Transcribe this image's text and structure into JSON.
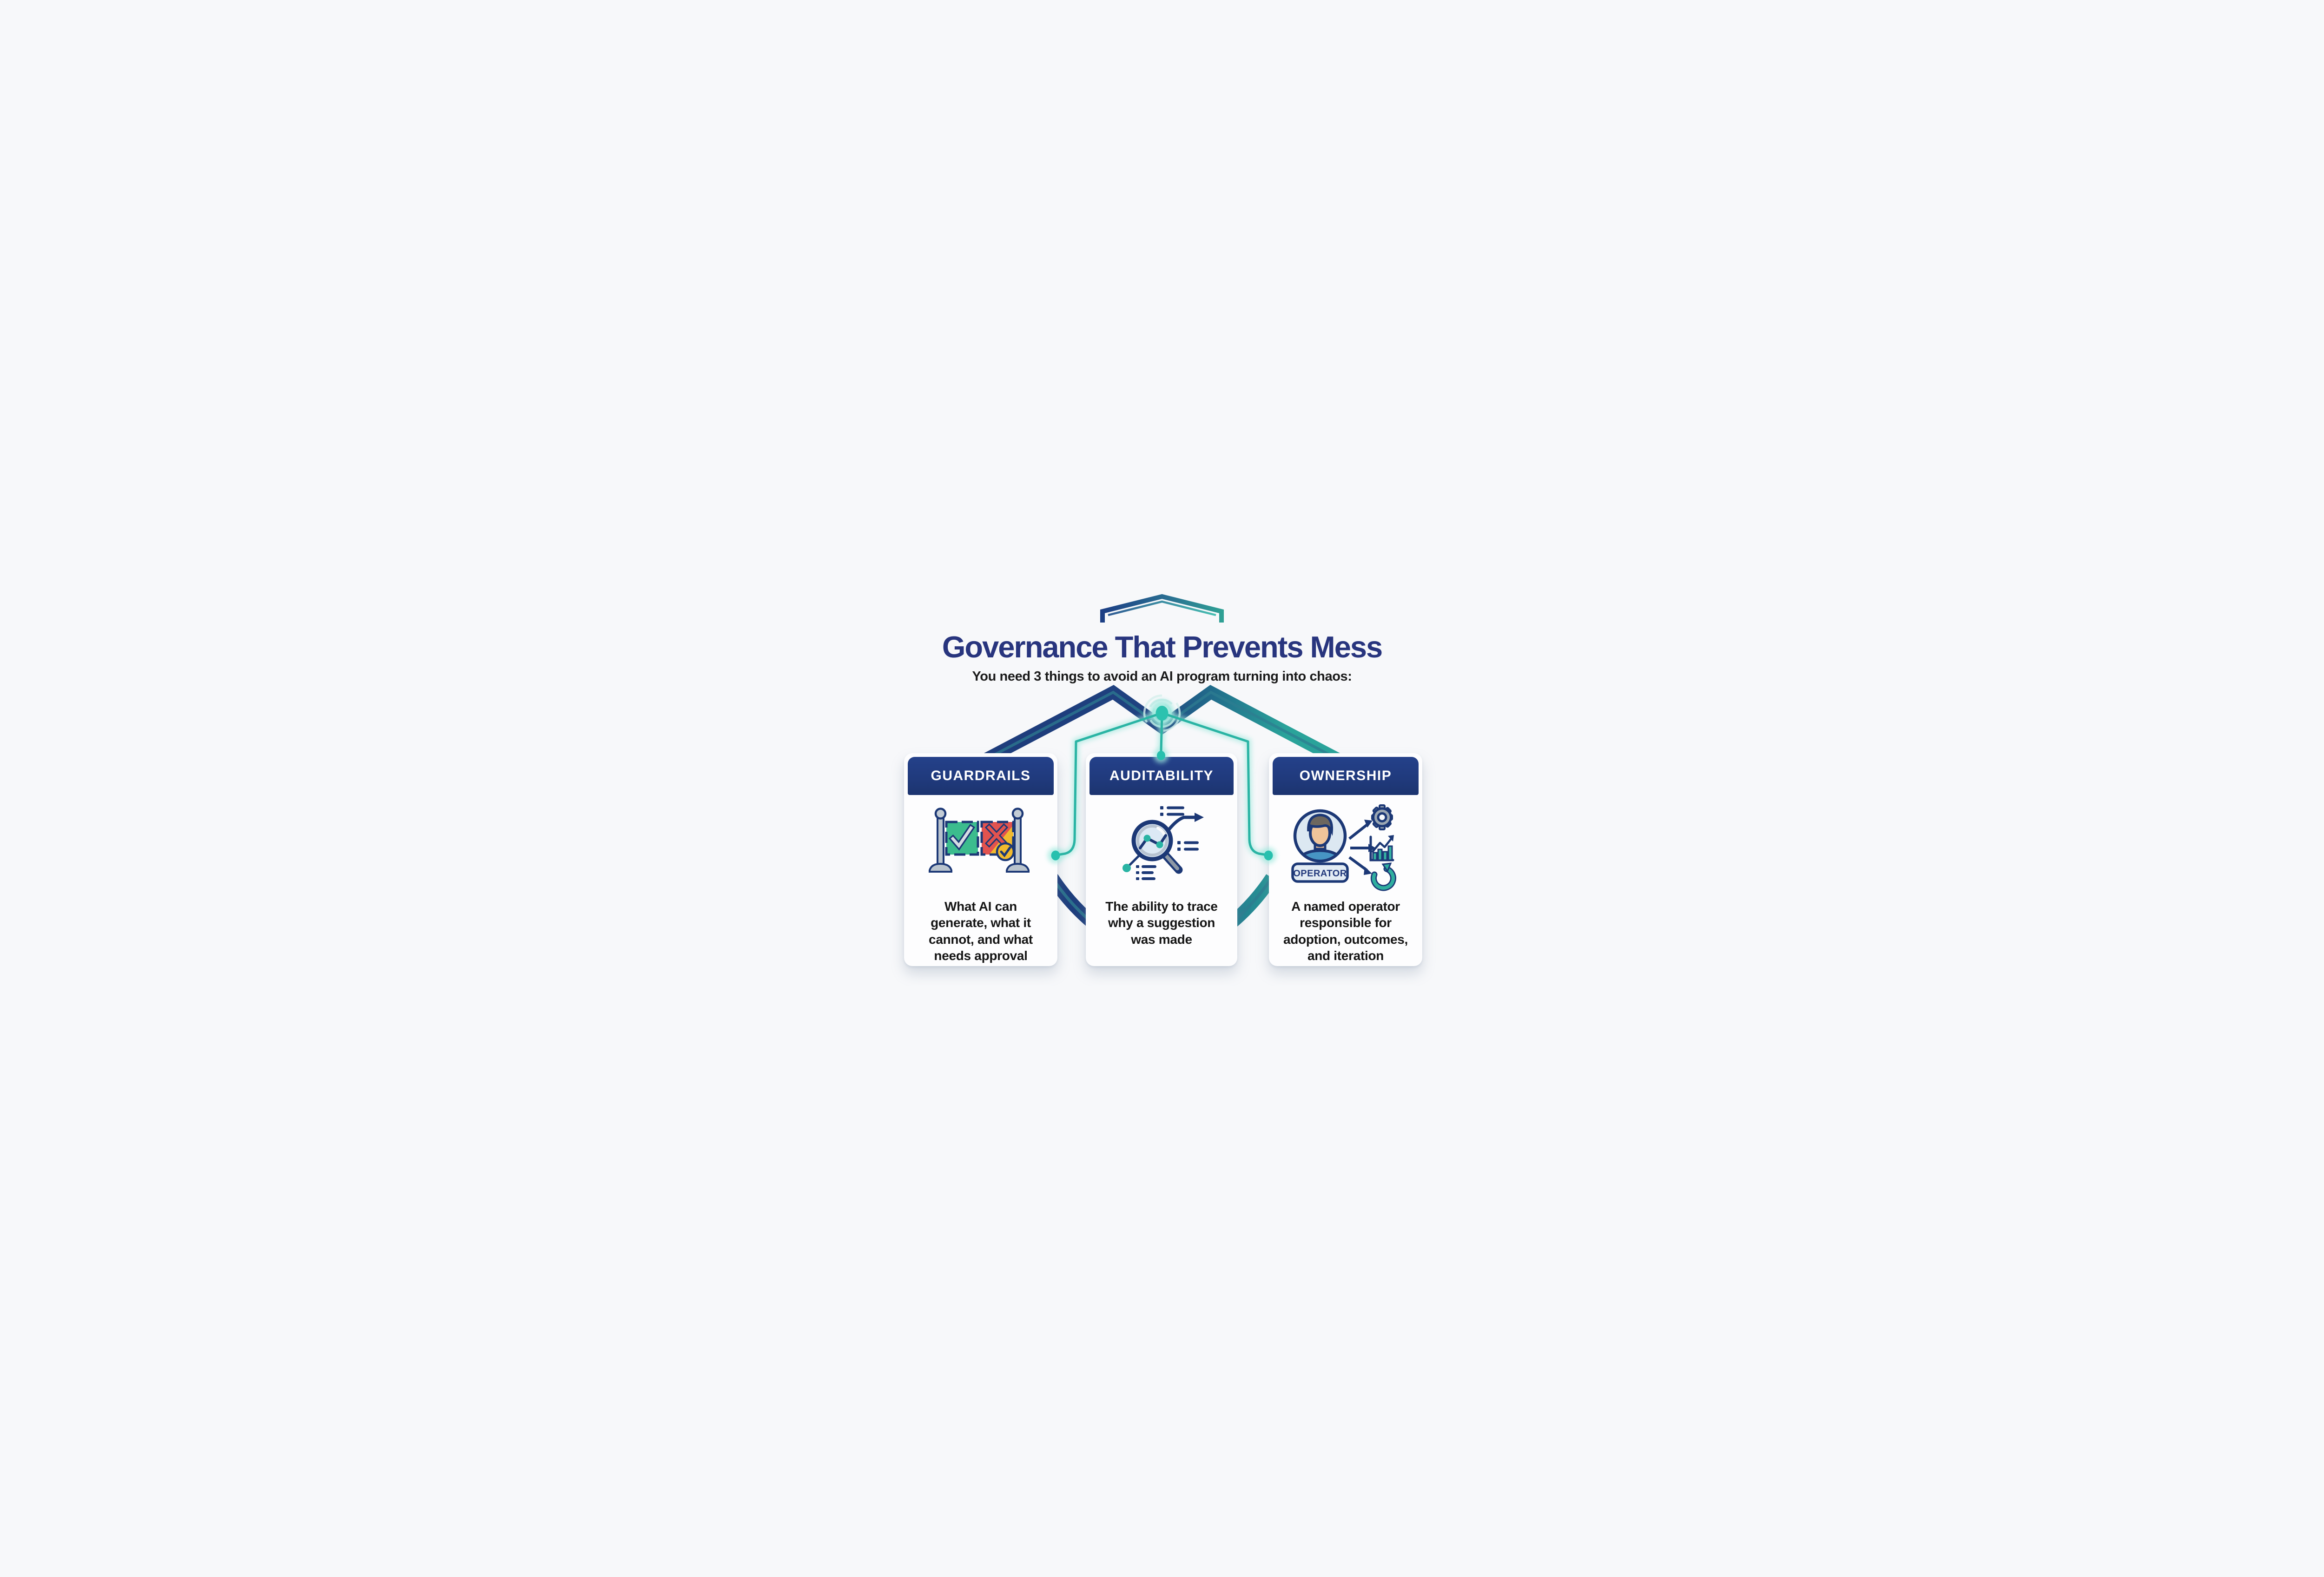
{
  "page": {
    "title": "Governance That Prevents Mess",
    "subtitle": "You need 3 things to avoid an AI program turning into chaos:"
  },
  "colors": {
    "background": "#f7f8fa",
    "title_blue": "#28357e",
    "header_navy": "#203a7d",
    "shield_navy": "#1e3d7c",
    "shield_teal": "#2aa39a",
    "shield_inner_stripe": "#2e7d90",
    "connector_teal": "#2ab4a4",
    "node_teal": "#28c0ae",
    "outline_navy": "#1c3876",
    "check_green": "#3cbc8e",
    "cross_red": "#e2534f",
    "badge_yellow": "#f1ba2e",
    "body_text": "#151515"
  },
  "hub": {
    "icon": "shield-hub-node-icon",
    "connector_count": 3
  },
  "cards": [
    {
      "title": "GUARDRAILS",
      "icon": "barrier-check-x-icon",
      "body_lines": [
        "What AI can",
        "generate, what it",
        "cannot, and what",
        "needs approval"
      ]
    },
    {
      "title": "AUDITABILITY",
      "icon": "magnifier-trace-icon",
      "body_lines": [
        "The ability to trace",
        "why a suggestion",
        "was made"
      ]
    },
    {
      "title": "OWNERSHIP",
      "icon": "operator-duties-icon",
      "badge": "OPERATOR",
      "body_lines": [
        "A named operator",
        "responsible for",
        "adoption, outcomes,",
        "and iteration"
      ]
    }
  ]
}
